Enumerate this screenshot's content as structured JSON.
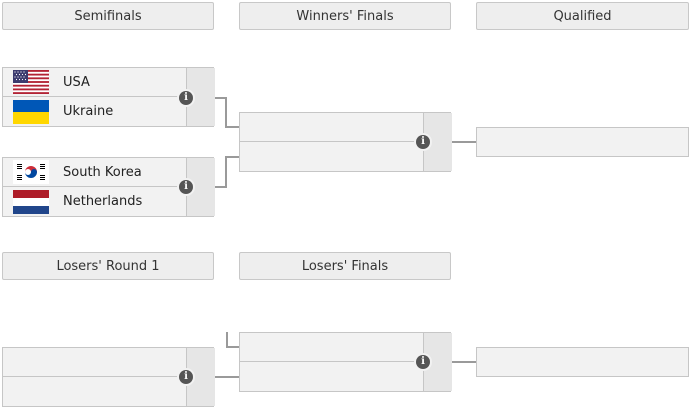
{
  "columns": {
    "semifinals": "Semifinals",
    "winners_finals": "Winners' Finals",
    "qualified": "Qualified",
    "losers_round_1": "Losers' Round 1",
    "losers_finals": "Losers' Finals"
  },
  "semifinal_1": {
    "team_a": {
      "name": "USA",
      "flag": "usa-flag-icon"
    },
    "team_b": {
      "name": "Ukraine",
      "flag": "ukraine-flag-icon"
    }
  },
  "semifinal_2": {
    "team_a": {
      "name": "South Korea",
      "flag": "south-korea-flag-icon"
    },
    "team_b": {
      "name": "Netherlands",
      "flag": "netherlands-flag-icon"
    }
  },
  "info_glyph": "i",
  "colors": {
    "connector": "#9a9a9a",
    "panel": "#f2f2f2",
    "border": "#c6c6c6"
  }
}
